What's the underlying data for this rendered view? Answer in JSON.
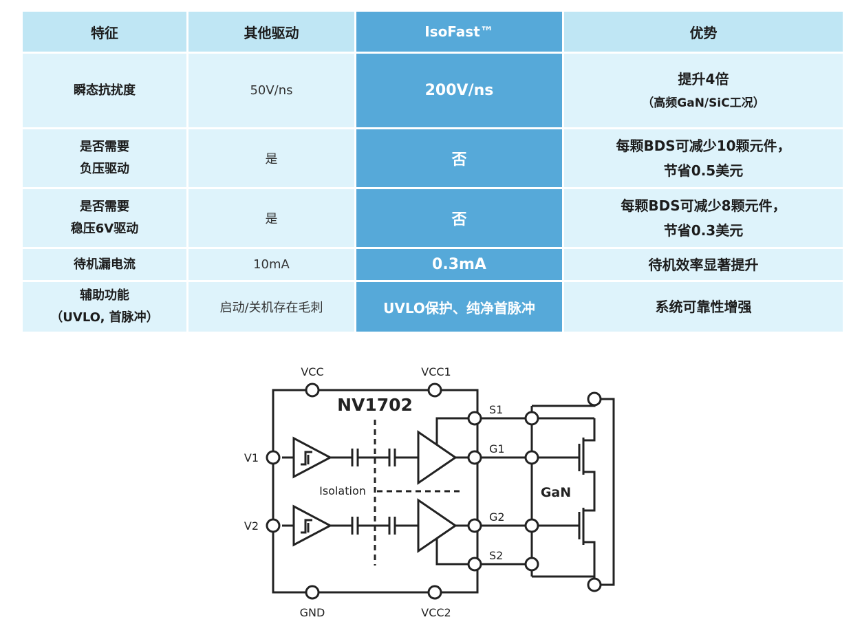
{
  "table": {
    "headers": [
      "特征",
      "其他驱动",
      "IsoFast™",
      "优势"
    ],
    "rows": [
      {
        "feature": [
          "瞬态抗扰度"
        ],
        "other": "50V/ns",
        "isofast": "200V/ns",
        "advantage": [
          "提升4倍"
        ],
        "advantage_note": "（高频GaN/SiC工况）"
      },
      {
        "feature": [
          "是否需要",
          "负压驱动"
        ],
        "other": "是",
        "isofast": "否",
        "advantage": [
          "每颗BDS可减少10颗元件，",
          "节省0.5美元"
        ],
        "advantage_note": ""
      },
      {
        "feature": [
          "是否需要",
          "稳压6V驱动"
        ],
        "other": "是",
        "isofast": "否",
        "advantage": [
          "每颗BDS可减少8颗元件，",
          "节省0.3美元"
        ],
        "advantage_note": ""
      },
      {
        "feature": [
          "待机漏电流"
        ],
        "other": "10mA",
        "isofast": "0.3mA",
        "advantage": [
          "待机效率显著提升"
        ],
        "advantage_note": ""
      },
      {
        "feature": [
          "辅助功能",
          "（UVLO, 首脉冲）"
        ],
        "other": "启动/关机存在毛刺",
        "isofast": "UVLO保护、纯净首脉冲",
        "advantage": [
          "系统可靠性增强"
        ],
        "advantage_note": ""
      }
    ]
  },
  "schematic": {
    "chip_name": "NV1702",
    "isolation_label": "Isolation",
    "device_label": "GaN",
    "pins": {
      "vcc": "VCC",
      "vcc1": "VCC1",
      "vcc2": "VCC2",
      "gnd": "GND",
      "v1": "V1",
      "v2": "V2",
      "s1": "S1",
      "g1": "G1",
      "g2": "G2",
      "s2": "S2"
    }
  }
}
